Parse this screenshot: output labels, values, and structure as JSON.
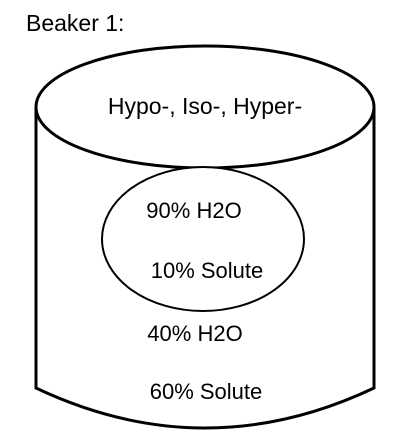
{
  "diagram": {
    "title": "Beaker 1:",
    "beaker_label": "Hypo-, Iso-, Hyper-",
    "cell": {
      "water": "90% H2O",
      "solute": "10% Solute"
    },
    "solution": {
      "water": "40% H2O",
      "solute": "60% Solute"
    }
  }
}
